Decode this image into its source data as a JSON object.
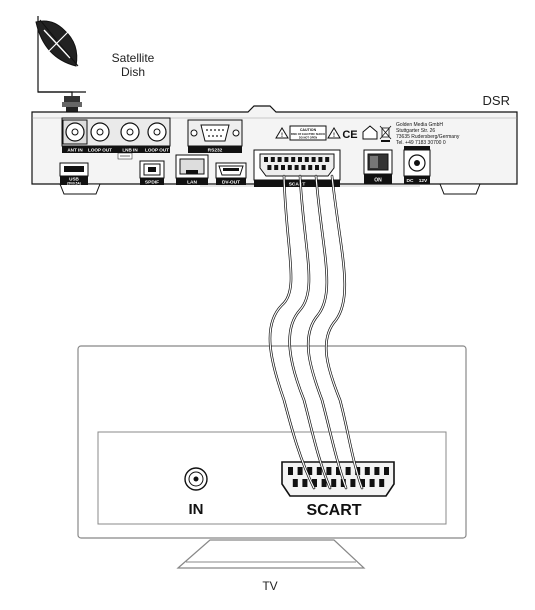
{
  "dish": {
    "label_line1": "Satellite",
    "label_line2": "Dish"
  },
  "receiver": {
    "name": "DSR",
    "ports": {
      "ant_in": "ANT IN",
      "loop_out_1": "LOOP OUT",
      "lnb_in": "LNB IN",
      "loop_out_2": "LOOP OUT",
      "usb": "USB",
      "usb_sub": "(5V/0.5A)",
      "spdif": "SPDIF",
      "lan": "LAN",
      "dv_out": "DV-OUT",
      "rs232": "RS232",
      "scart": "SCART",
      "on": "ON",
      "dc": "DC",
      "dc_volt": "12V"
    },
    "manufacturer": {
      "line1": "Golden Media GmbH",
      "line2": "Stuttgarter Str. 26",
      "line3": "73635 Rudersberg/Germany",
      "line4": "Tel. +49 7183 30700 0"
    },
    "warning_label": {
      "line1": "CAUTION",
      "line2": "RISK OF ELECTRIC SHOCK",
      "line3": "DO NOT OPEN"
    },
    "ce_mark": "CE"
  },
  "tv": {
    "name": "TV",
    "in_label": "IN",
    "scart_label": "SCART"
  }
}
